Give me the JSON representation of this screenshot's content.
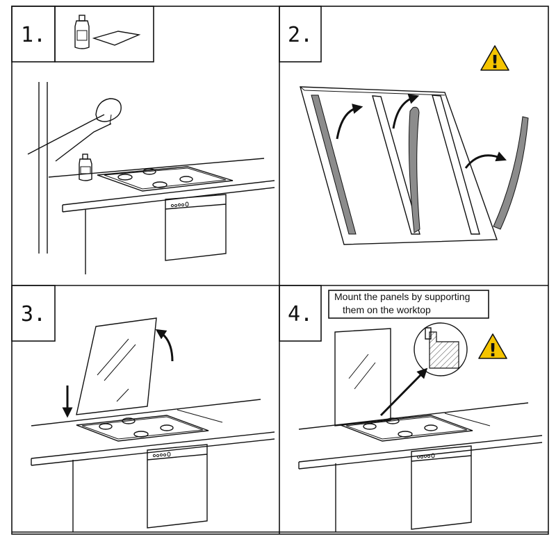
{
  "steps": [
    {
      "number": "1."
    },
    {
      "number": "2.",
      "warning_icon": "warning-icon"
    },
    {
      "number": "3."
    },
    {
      "number": "4.",
      "warning_icon": "warning-icon",
      "note": {
        "line1": "Mount the panels by supporting",
        "line2": "them on the worktop"
      }
    }
  ],
  "icons": {
    "warning": "!"
  },
  "colors": {
    "warning_fill": "#f5c400",
    "strip_fill": "#8c8c8c",
    "line": "#111111"
  }
}
